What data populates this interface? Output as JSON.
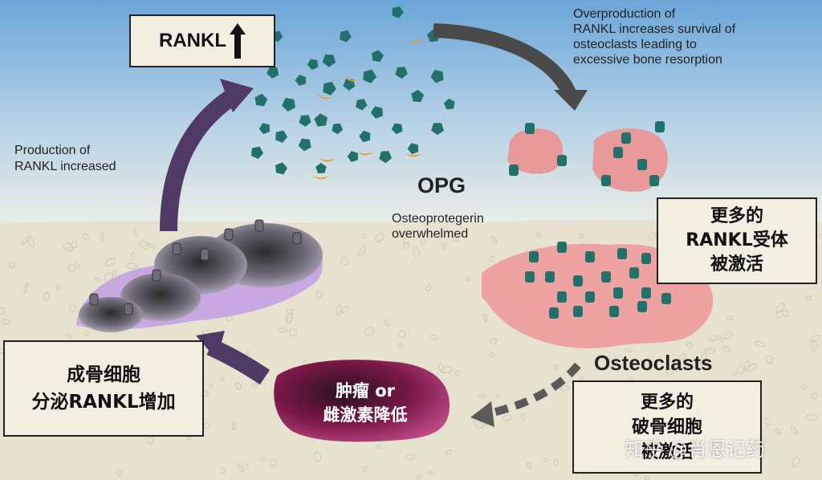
{
  "labels": {
    "rankl_box": "RANKL",
    "overproduction": "Overproduction of\nRANKL increases survival of\nosteoclasts leading to\nexcessive bone resorption",
    "production": "Production of\nRANKL increased",
    "opg": "OPG",
    "opg_overwhelmed": "Osteoprotegerin\noverwhelmed",
    "osteoclasts": "Osteoclasts",
    "rankl_receptor_box": "更多的\nRANKL受体\n被激活",
    "more_osteoclasts_box": "更多的\n破骨细胞\n被激活",
    "osteoblast_box": "成骨细胞\n分泌RANKL增加",
    "tumor_blob": "肿瘤 or\n雌激素降低",
    "watermark": "知乎 @肖恩记药"
  },
  "colors": {
    "sky_top": "#6aa6d8",
    "sky_bottom": "#e9efe9",
    "ground": "#e6e2cf",
    "arrow_purple": "#4e3a64",
    "arrow_gray": "#4a4a4a",
    "rankl_teal": "#22706a",
    "opg_orange": "#f0961e",
    "osteoclast_pink": "#e89a9a",
    "tumor_magenta": "#8a1a52"
  }
}
